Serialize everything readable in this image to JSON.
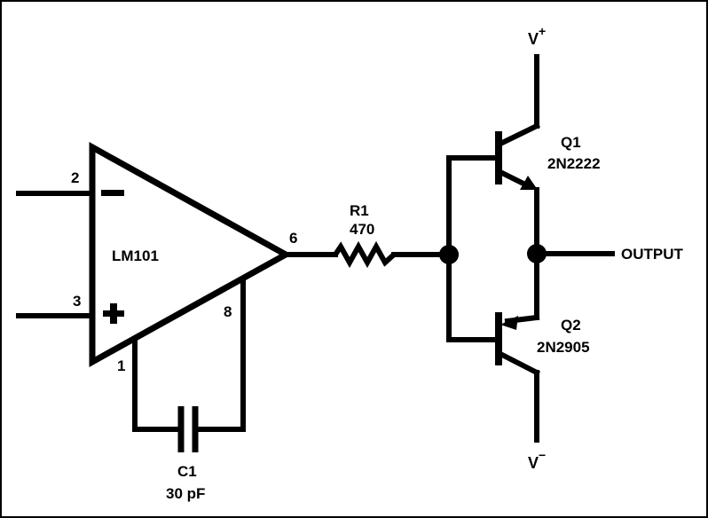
{
  "opamp": {
    "name": "LM101",
    "pin_inverting": "2",
    "pin_noninverting": "3",
    "pin_output": "6",
    "pin_comp1": "1",
    "pin_comp8": "8",
    "minus_sign": "−",
    "plus_sign": "+"
  },
  "r1": {
    "ref": "R1",
    "value": "470"
  },
  "c1": {
    "ref": "C1",
    "value": "30 pF"
  },
  "q1": {
    "ref": "Q1",
    "part": "2N2222"
  },
  "q2": {
    "ref": "Q2",
    "part": "2N2905"
  },
  "supply": {
    "vplus": "V",
    "vplus_sup": "+",
    "vminus": "V",
    "vminus_sup": "−"
  },
  "output_label": "OUTPUT",
  "colors": {
    "ink": "#000000",
    "background": "#ffffff"
  }
}
